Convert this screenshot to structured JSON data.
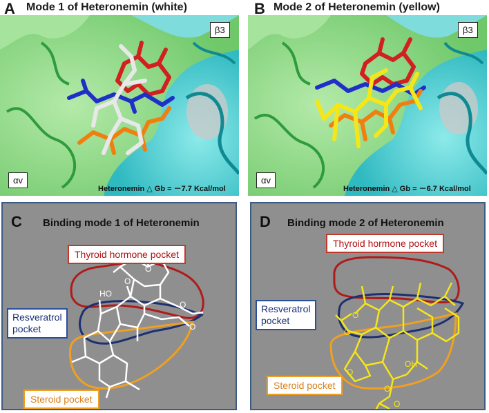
{
  "panels": {
    "A": {
      "letter": "A",
      "title": "Mode 1 of Heteronemin (white)",
      "label_beta": "β3",
      "label_alpha": "αv",
      "energy": "Heteronemin △ Gb = －7.7 Kcal/mol"
    },
    "B": {
      "letter": "B",
      "title": "Mode 2 of Heteronemin (yellow)",
      "label_beta": "β3",
      "label_alpha": "αv",
      "energy": "Heteronemin △ Gb = －6.7 Kcal/mol"
    },
    "C": {
      "letter": "C",
      "title": "Binding mode 1 of Heteronemin",
      "pocket_thyroid": "Thyroid hormone  pocket",
      "pocket_resveratrol_line1": "Resveratrol",
      "pocket_resveratrol_line2": " pocket",
      "pocket_steroid": "Steroid pocket",
      "atom_ho": "HO",
      "atom_o1": "O",
      "atom_o2": "O",
      "atom_o3": "O",
      "atom_o4": "O"
    },
    "D": {
      "letter": "D",
      "title": "Binding mode 2 of Heteronemin",
      "pocket_thyroid": "Thyroid hormone  pocket",
      "pocket_resveratrol_line1": "Resveratrol",
      "pocket_resveratrol_line2": "pocket",
      "pocket_steroid": "Steroid pocket",
      "atom_o1": "O",
      "atom_o2": "O",
      "atom_o3": "O",
      "atom_oh": "OH",
      "atom_o4": "O",
      "atom_o5": "O"
    }
  },
  "colors": {
    "protein_green": "#8fd68a",
    "protein_cyan": "#55d3d3",
    "ribbon_green": "#2e9b3c",
    "ribbon_teal": "#0f8a93",
    "thyroid_ligand": "#d21f1f",
    "resveratrol_ligand": "#1f2fc8",
    "steroid_ligand": "#f07f10",
    "heteronemin_mode1": "#e8e8e8",
    "heteronemin_mode2": "#f5e61a",
    "scheme_background": "#8f8f8f",
    "thyroid_pocket": "#b01a1a",
    "resveratrol_pocket": "#1c2f70",
    "steroid_pocket": "#f0a020"
  }
}
